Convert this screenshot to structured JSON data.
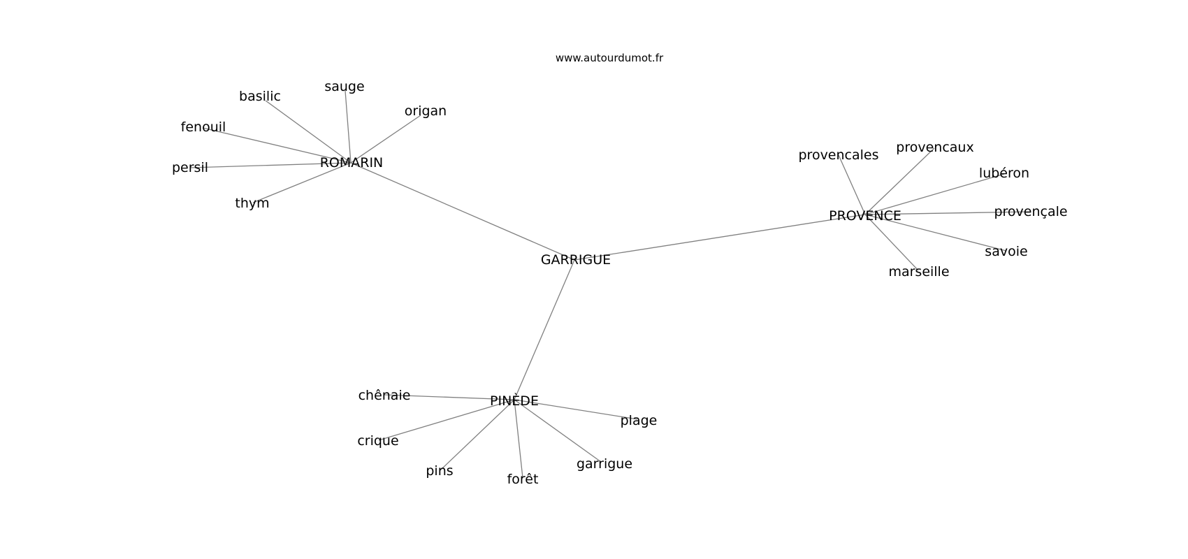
{
  "source": "www.autourdumot.fr",
  "center": "GARRIGUE",
  "clusters": [
    {
      "hub": "ROMARIN",
      "leaves": [
        "basilic",
        "sauge",
        "origan",
        "fenouil",
        "persil",
        "thym"
      ]
    },
    {
      "hub": "PROVENCE",
      "leaves": [
        "provencales",
        "provencaux",
        "lubéron",
        "provençale",
        "savoie",
        "marseille"
      ]
    },
    {
      "hub": "PINÈDE",
      "leaves": [
        "chênaie",
        "crique",
        "pins",
        "forêt",
        "garrigue",
        "plage"
      ]
    }
  ]
}
